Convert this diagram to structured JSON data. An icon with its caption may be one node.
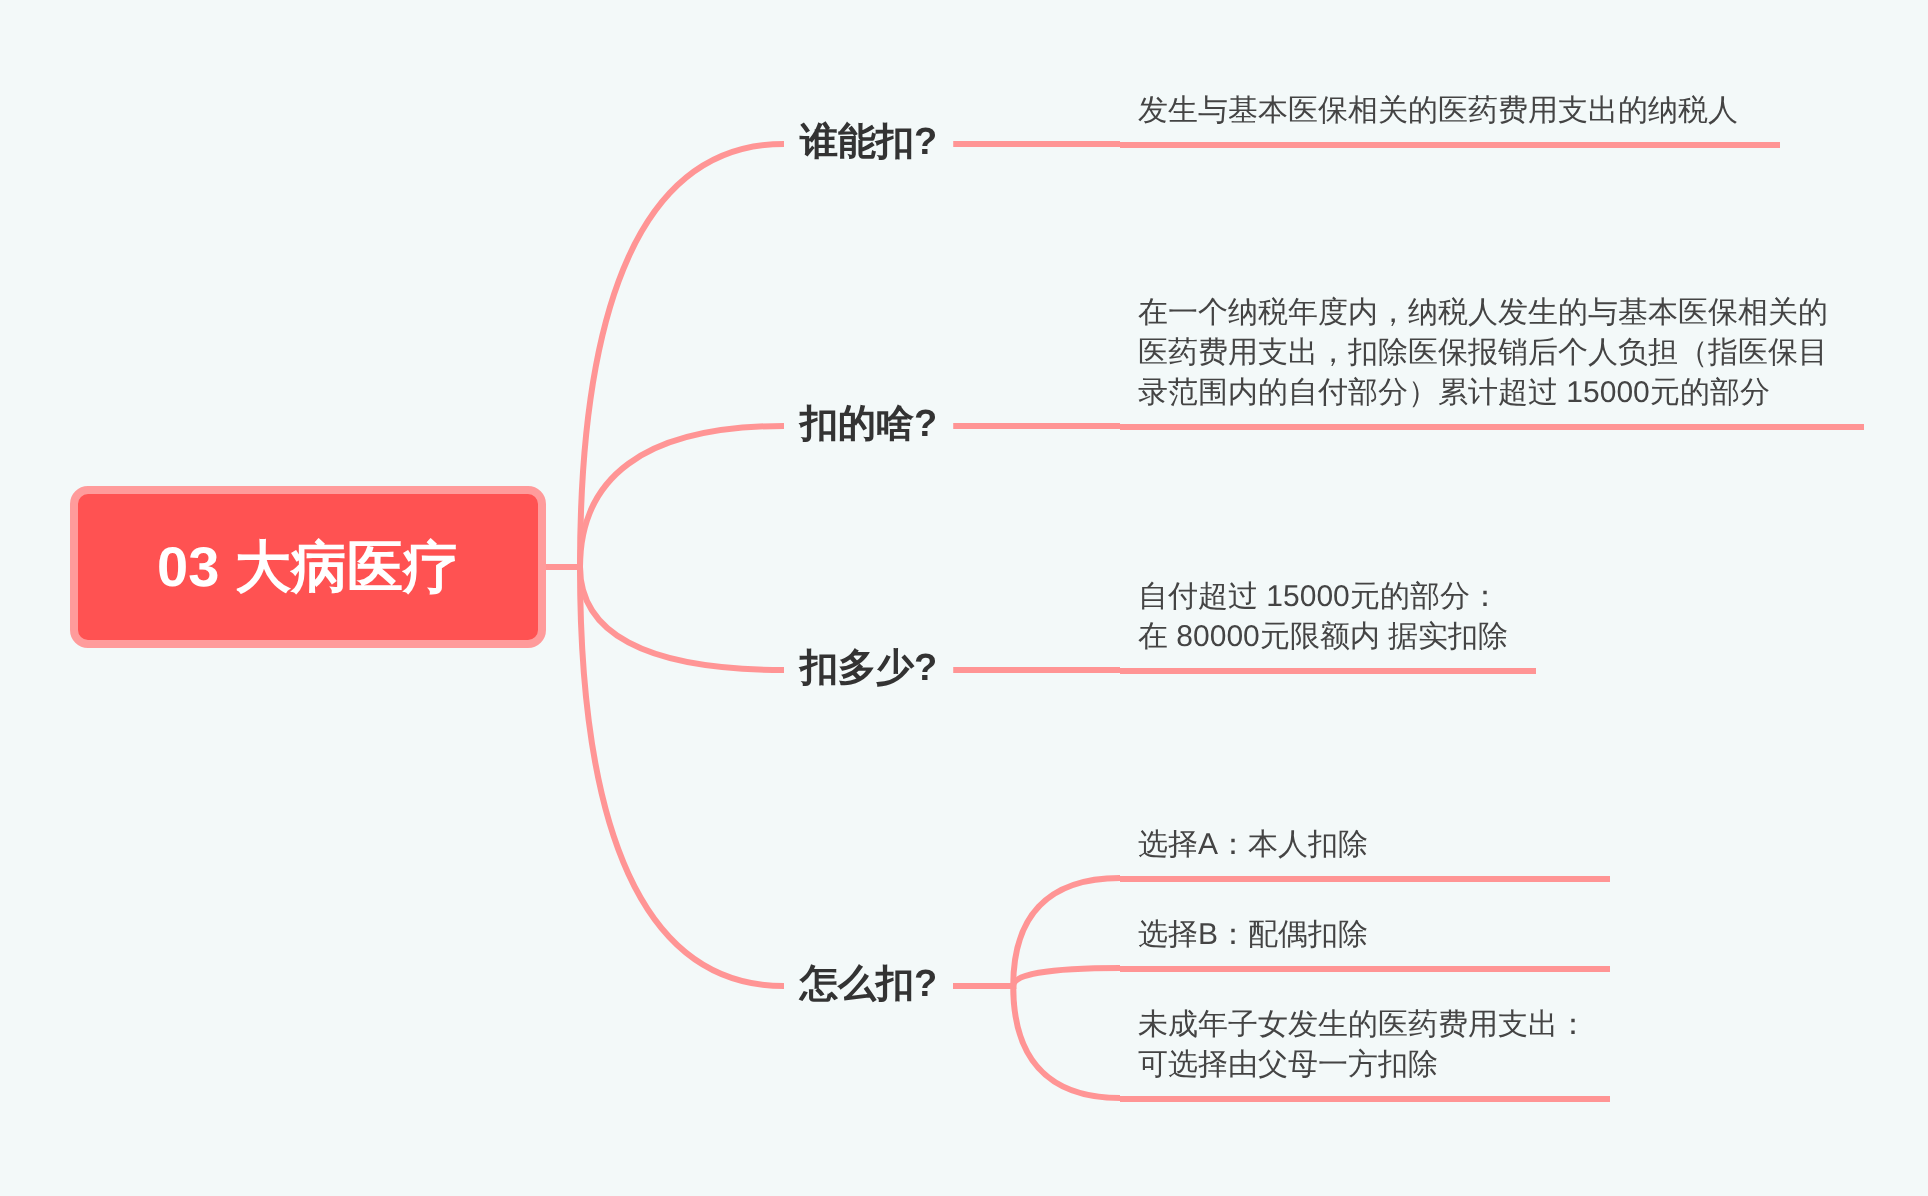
{
  "diagram": {
    "nodes": [
      {
        "text": [
          "03 大病医疗"
        ]
      },
      {
        "text": [
          "谁能扣?"
        ]
      },
      {
        "text": [
          "发生与基本医保相关的医药费用支出的纳税人"
        ]
      },
      {
        "text": [
          "扣的啥?"
        ]
      },
      {
        "text": [
          "在一个纳税年度内，纳税人发生的与基本医保相关的医药费用支出，扣除医保报销后个人负担（指医保目录范围内的自付部分）累计超过 15000元的部分"
        ]
      },
      {
        "text": [
          "扣多少?"
        ]
      },
      {
        "text": [
          "自付超过 15000元的部分：",
          "在 80000元限额内 据实扣除"
        ]
      },
      {
        "text": [
          "怎么扣?"
        ]
      },
      {
        "text": [
          "选择A：本人扣除"
        ]
      },
      {
        "text": [
          "选择B：配偶扣除"
        ]
      },
      {
        "text": [
          "未成年子女发生的医药费用支出：可选择由父母一方扣除"
        ]
      }
    ],
    "edges": [
      {
        "from": 0,
        "to": 1,
        "arrow": "none"
      },
      {
        "from": 0,
        "to": 3,
        "arrow": "none"
      },
      {
        "from": 0,
        "to": 5,
        "arrow": "none"
      },
      {
        "from": 0,
        "to": 7,
        "arrow": "none"
      },
      {
        "from": 1,
        "to": 2,
        "arrow": "none"
      },
      {
        "from": 3,
        "to": 4,
        "arrow": "none"
      },
      {
        "from": 5,
        "to": 6,
        "arrow": "none"
      },
      {
        "from": 7,
        "to": 8,
        "arrow": "none"
      },
      {
        "from": 7,
        "to": 9,
        "arrow": "none"
      },
      {
        "from": 7,
        "to": 10,
        "arrow": "none"
      }
    ]
  }
}
